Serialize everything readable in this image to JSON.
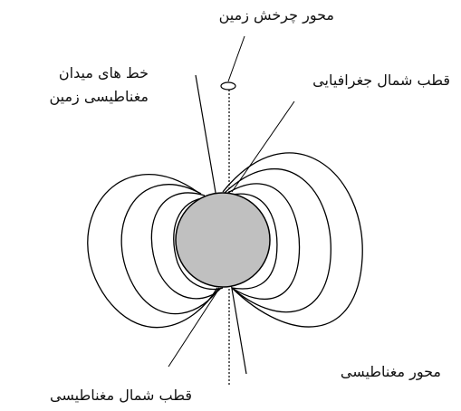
{
  "labels": {
    "rotation_axis": "محور چرخش زمین",
    "field_lines_line1": "خط های میدان",
    "field_lines_line2": "مغناطیسی زمین",
    "geographic_north": "قطب شمال جغرافیایی",
    "magnetic_axis": "محور مغناطیسی",
    "magnetic_north": "قطب شمال مغناطیسی"
  },
  "colors": {
    "earth_fill": "#c0c0c0",
    "line": "#000000",
    "background": "#ffffff"
  }
}
